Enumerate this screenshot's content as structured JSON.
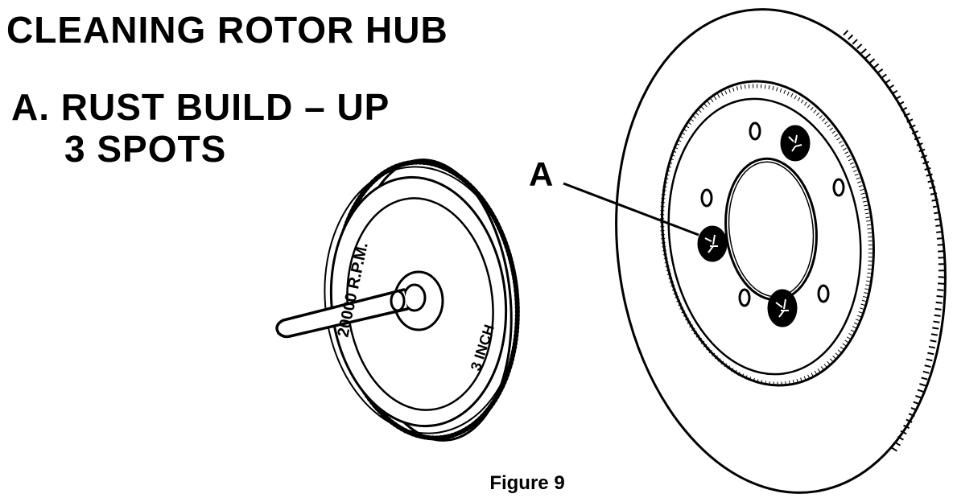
{
  "title": "CLEANING ROTOR HUB",
  "item": {
    "label": "A.",
    "line1": "RUST BUILD – UP",
    "line2": "3 SPOTS"
  },
  "callout": "A",
  "pad": {
    "rpm": "20000 R.P.M.",
    "size": "3 INCH"
  },
  "caption": "Figure 9",
  "colors": {
    "ink": "#000000",
    "paper": "#ffffff"
  }
}
